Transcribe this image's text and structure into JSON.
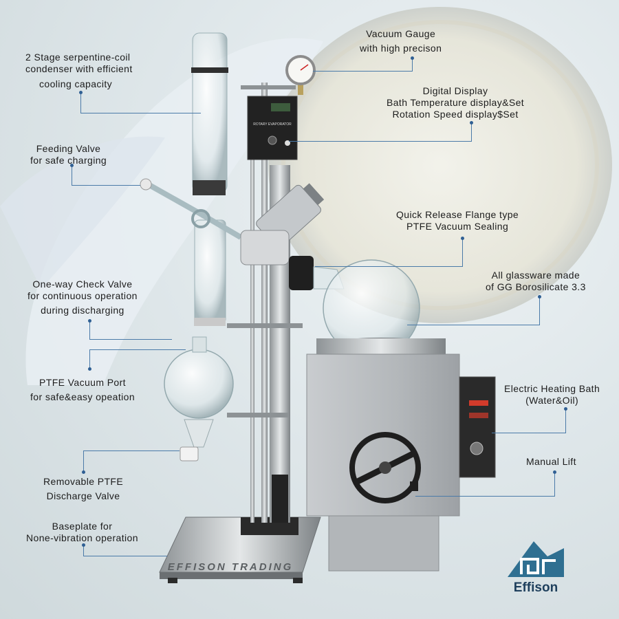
{
  "labels": {
    "condenser": [
      "2 Stage serpentine-coil",
      "condenser with efficient",
      "cooling capacity"
    ],
    "feeding_valve": [
      "Feeding Valve",
      "for safe charging"
    ],
    "check_valve": [
      "One-way Check Valve",
      "for continuous operation",
      "during discharging"
    ],
    "vacuum_port": [
      "PTFE Vacuum Port",
      "for safe&easy opeation"
    ],
    "discharge_valve": [
      "Removable PTFE",
      "Discharge Valve"
    ],
    "baseplate": [
      "Baseplate for",
      "None-vibration operation"
    ],
    "vacuum_gauge": [
      "Vacuum Gauge",
      "with high precison"
    ],
    "digital_display": [
      "Digital Display",
      "Bath Temperature display&Set",
      "Rotation Speed display$Set"
    ],
    "flange": [
      "Quick Release Flange type",
      "PTFE Vacuum Sealing"
    ],
    "glassware": [
      "All glassware made",
      "of GG Borosilicate 3.3"
    ],
    "heating_bath": [
      "Electric Heating Bath",
      "(Water&Oil)"
    ],
    "manual_lift": [
      "Manual Lift"
    ]
  },
  "device": {
    "panel_title": "ROTARY EVAPORATOR",
    "base_engraving": "EFFISON TRADING"
  },
  "brand": {
    "name": "Effison"
  },
  "colors": {
    "leader_line": "#4a7aa8",
    "brand": "#2f6f91"
  }
}
